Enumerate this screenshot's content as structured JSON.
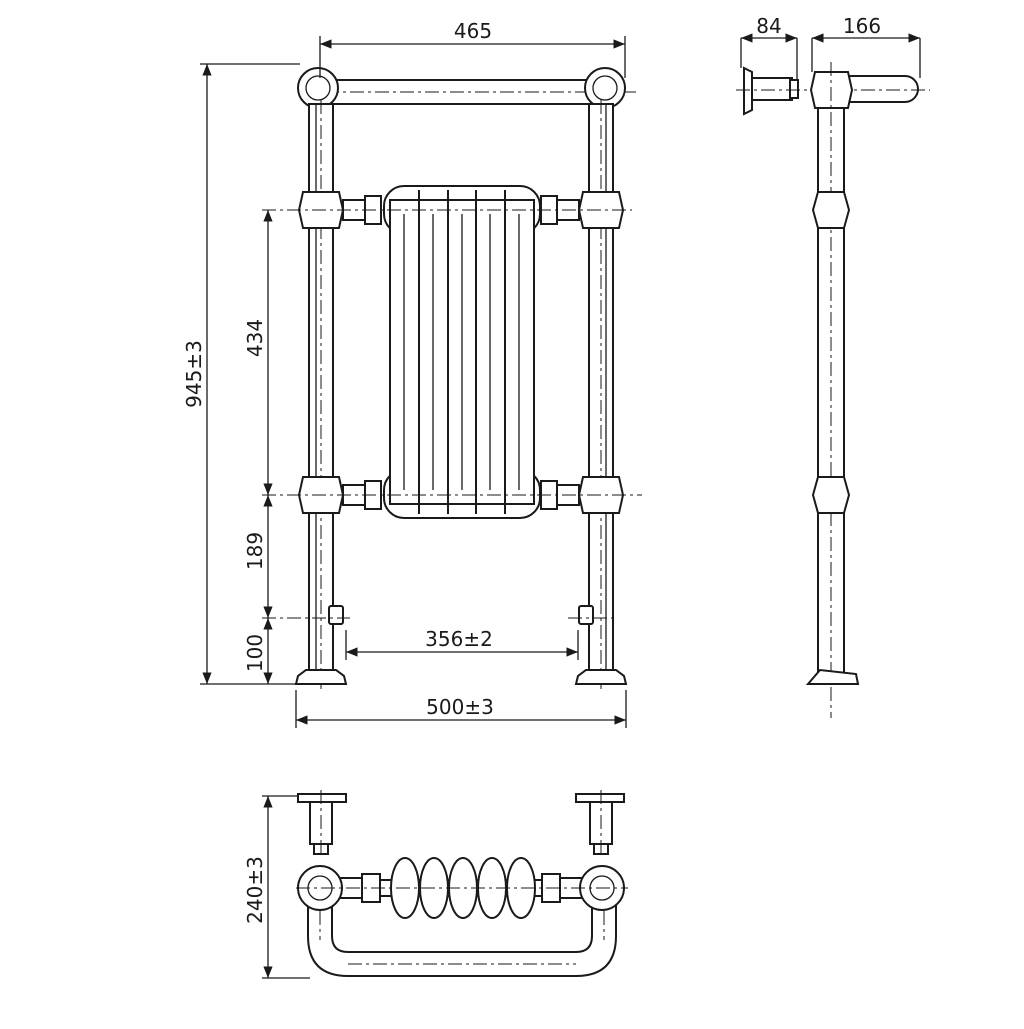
{
  "dimensions": {
    "top_width": "465",
    "height": "945±3",
    "rail_spacing": "434",
    "lower_rail": "189",
    "valve_height": "100",
    "valve_centres": "356±2",
    "overall_width": "500±3",
    "wall_offset": "84",
    "side_depth": "166",
    "plan_depth": "240±3"
  },
  "colors": {
    "line": "#1a1a1a",
    "background": "#ffffff"
  }
}
